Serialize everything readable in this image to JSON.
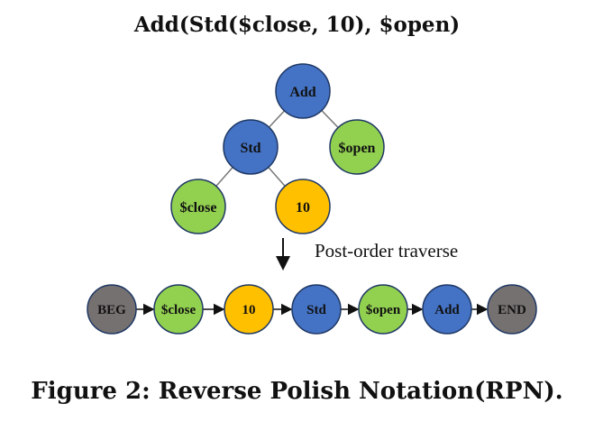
{
  "diagram": {
    "expression": "Add(Std($close, 10), $open)",
    "traverse_label": "Post-order traverse",
    "caption": "Figure 2: Reverse Polish Notation(RPN).",
    "colors": {
      "operator": "#4472C4",
      "feature": "#92D050",
      "constant": "#FFC000",
      "marker": "#767171",
      "stroke": "#1F3864"
    },
    "tree_nodes": [
      {
        "id": "add",
        "label": "Add",
        "kind": "operator"
      },
      {
        "id": "std",
        "label": "Std",
        "kind": "operator"
      },
      {
        "id": "open",
        "label": "$open",
        "kind": "feature"
      },
      {
        "id": "close",
        "label": "$close",
        "kind": "feature"
      },
      {
        "id": "ten",
        "label": "10",
        "kind": "constant"
      }
    ],
    "tree_edges": [
      [
        "add",
        "std"
      ],
      [
        "add",
        "open"
      ],
      [
        "std",
        "close"
      ],
      [
        "std",
        "ten"
      ]
    ],
    "sequence": [
      {
        "label": "BEG",
        "kind": "marker"
      },
      {
        "label": "$close",
        "kind": "feature"
      },
      {
        "label": "10",
        "kind": "constant"
      },
      {
        "label": "Std",
        "kind": "operator"
      },
      {
        "label": "$open",
        "kind": "feature"
      },
      {
        "label": "Add",
        "kind": "operator"
      },
      {
        "label": "END",
        "kind": "marker"
      }
    ]
  }
}
